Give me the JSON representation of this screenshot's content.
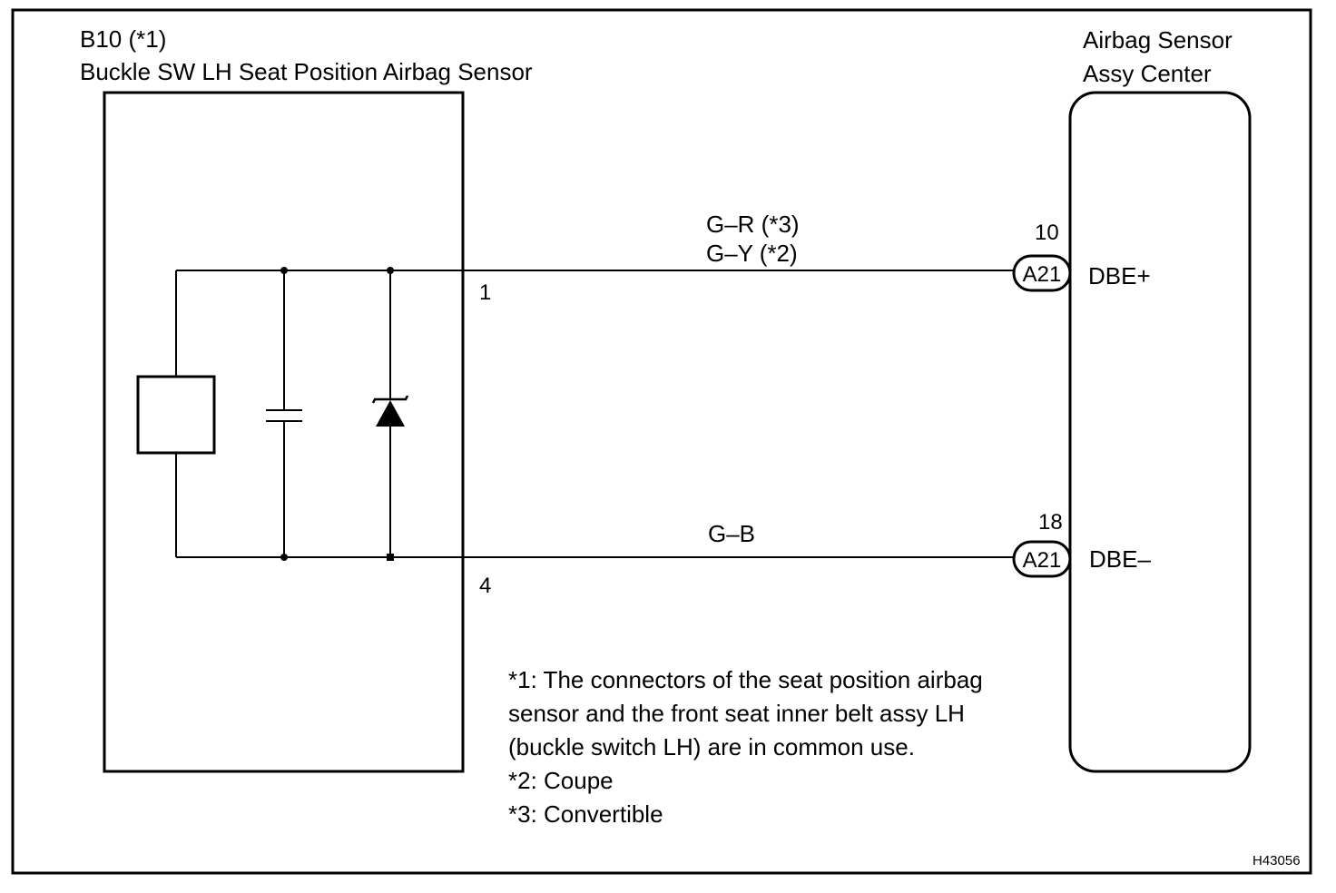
{
  "left_component": {
    "code": "B10 (*1)",
    "name": "Buckle SW LH Seat Position Airbag Sensor"
  },
  "right_component": {
    "name_line1": "Airbag Sensor",
    "name_line2": "Assy Center"
  },
  "wires": [
    {
      "left_pin": "1",
      "color_line1": "G–R  (*3)",
      "color_line2": "G–Y  (*2)",
      "connector": "A21",
      "right_pin": "10",
      "terminal": "DBE+"
    },
    {
      "left_pin": "4",
      "color_line1": "G–B",
      "connector": "A21",
      "right_pin": "18",
      "terminal": "DBE–"
    }
  ],
  "notes": [
    "*1: The connectors of the seat position airbag",
    "sensor and the front seat inner belt assy LH",
    "(buckle switch LH) are in common use.",
    "*2: Coupe",
    "*3: Convertible"
  ],
  "figure_id": "H43056"
}
